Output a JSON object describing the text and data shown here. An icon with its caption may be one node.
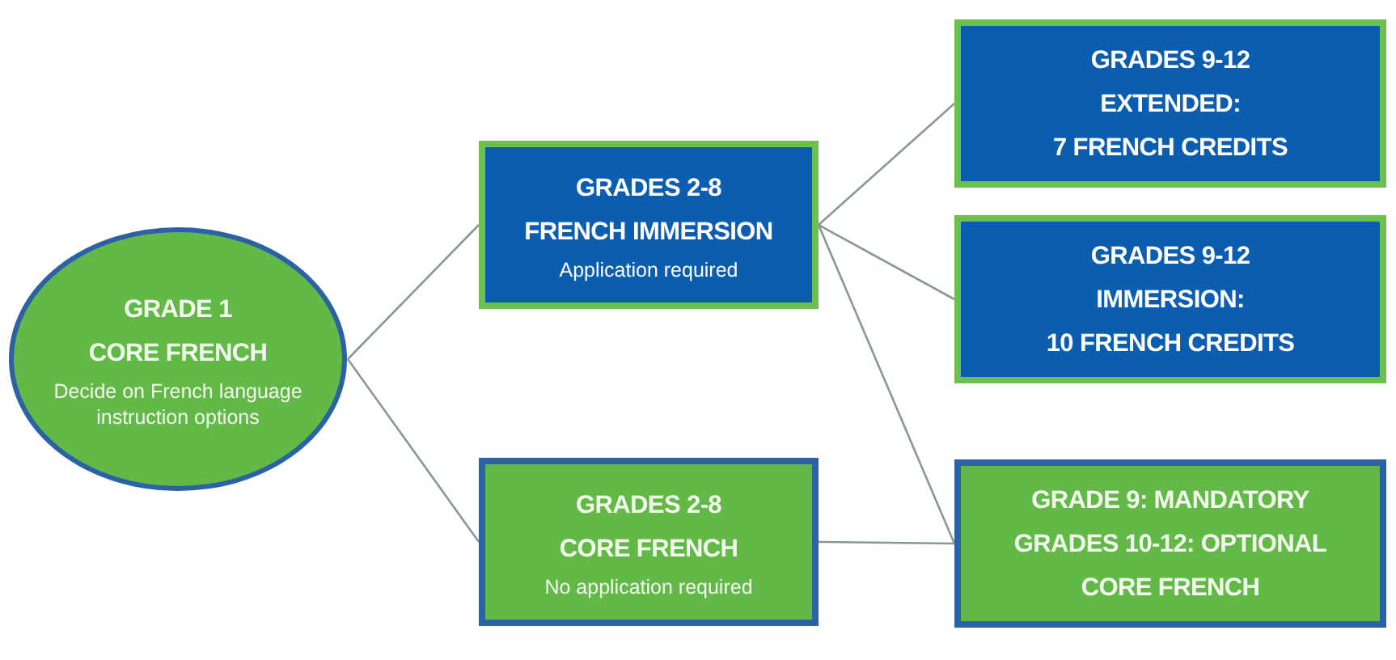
{
  "diagram": {
    "nodes": [
      {
        "text": [
          "GRADE 1",
          "CORE FRENCH",
          "Decide on French language instruction options"
        ]
      },
      {
        "text": [
          "GRADES 2-8",
          "FRENCH IMMERSION",
          "Application required"
        ]
      },
      {
        "text": [
          "GRADES 2-8",
          "CORE FRENCH",
          "No application required"
        ]
      },
      {
        "text": [
          "GRADES 9-12",
          "EXTENDED:",
          "7 FRENCH CREDITS"
        ]
      },
      {
        "text": [
          "GRADES 9-12",
          "IMMERSION:",
          "10 FRENCH CREDITS"
        ]
      },
      {
        "text": [
          "GRADE 9: MANDATORY",
          "GRADES 10-12: OPTIONAL",
          "CORE FRENCH"
        ]
      }
    ],
    "edges": [
      {
        "from": 0,
        "to": 1,
        "arrow": "none"
      },
      {
        "from": 0,
        "to": 2,
        "arrow": "none"
      },
      {
        "from": 1,
        "to": 3,
        "arrow": "none"
      },
      {
        "from": 1,
        "to": 4,
        "arrow": "none"
      },
      {
        "from": 1,
        "to": 5,
        "arrow": "none"
      },
      {
        "from": 2,
        "to": 5,
        "arrow": "none"
      }
    ]
  }
}
